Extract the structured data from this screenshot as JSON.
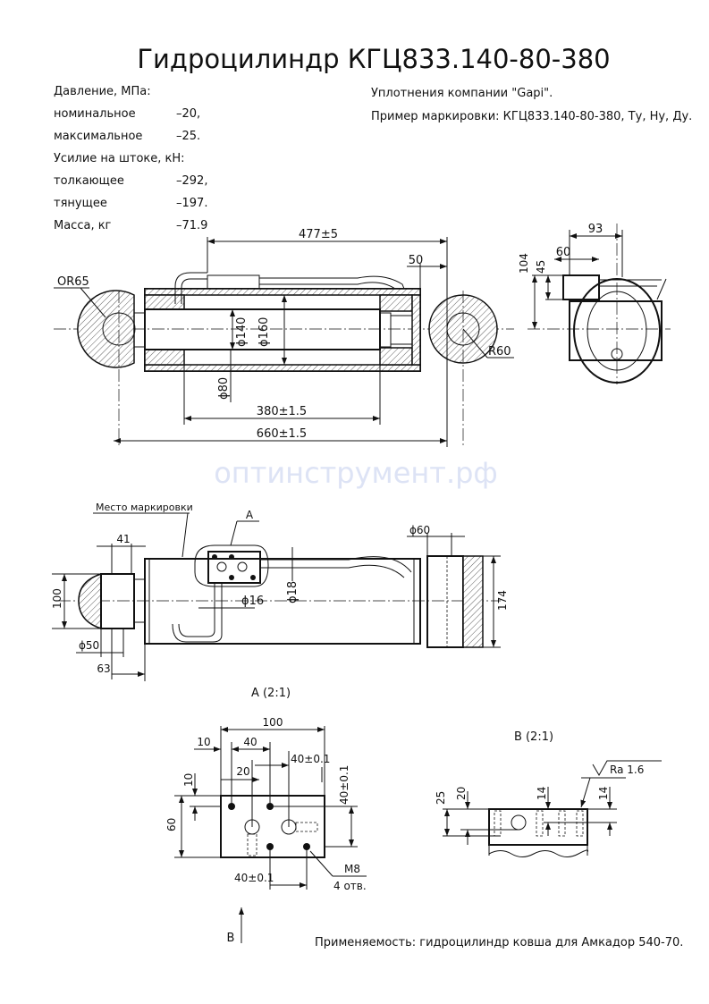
{
  "title": "Гидроцилиндр КГЦ833.140-80-380",
  "specs": [
    {
      "label": "Давление, МПа:",
      "value": ""
    },
    {
      "label": "номинальное",
      "value": "–20,"
    },
    {
      "label": "максимальное",
      "value": "–25."
    },
    {
      "label": "Усилие на штоке, кН:",
      "value": ""
    },
    {
      "label": "толкающее",
      "value": "–292,"
    },
    {
      "label": "тянущее",
      "value": "–197."
    },
    {
      "label": "Масса, кг",
      "value": "–71.9"
    }
  ],
  "notes": {
    "seals": "Уплотнения компании \"Gapi\".",
    "marking_example": "Пример маркировки: КГЦ833.140-80-380, Ту, Ну, Ду."
  },
  "watermark": "оптинструмент.рф",
  "section_view": {
    "dims": {
      "d477": "477±5",
      "d50": "50",
      "or65": "OR65",
      "r60": "R60",
      "phi140": "ϕ140",
      "phi160": "ϕ160",
      "phi80": "ϕ80",
      "d380": "380±1.5",
      "d660": "660±1.5"
    }
  },
  "side_view": {
    "dims": {
      "d93": "93",
      "d60": "60",
      "d104": "104",
      "d45": "45"
    }
  },
  "outer_view": {
    "marking_place": "Место маркировки",
    "callout_a": "A",
    "dims": {
      "d41": "41",
      "d100": "100",
      "phi50": "ϕ50",
      "d63": "63",
      "phi16": "ϕ16",
      "phi18": "ϕ18",
      "phi60": "ϕ60",
      "d174": "174"
    }
  },
  "detail_a": {
    "title": "A (2:1)",
    "dims": {
      "d100": "100",
      "d10a": "10",
      "d40": "40",
      "d20": "20",
      "d40tol": "40±0.1",
      "d10b": "10",
      "d60": "60",
      "d40tolv": "40±0.1",
      "d40tolb": "40±0.1",
      "m8": "M8",
      "holes": "4 отв."
    },
    "view_arrow": "B"
  },
  "detail_b": {
    "title": "B (2:1)",
    "roughness": "Ra 1.6",
    "dims": {
      "d25": "25",
      "d20": "20",
      "d14a": "14",
      "d14b": "14"
    }
  },
  "applicability": "Применяемость: гидроцилиндр ковша для Амкадор 540-70."
}
